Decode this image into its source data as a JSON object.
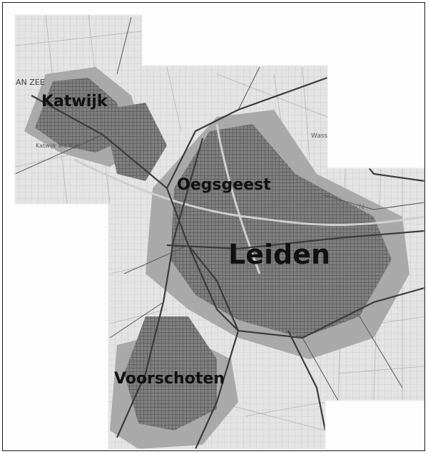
{
  "map": {
    "labels": {
      "katwijk": "Katwijk",
      "oegstgeest": "Oegsgeest",
      "leiden": "Leiden",
      "voorschoten": "Voorschoten"
    },
    "minor_labels": {
      "an_zee": "AN ZEE",
      "katwijk_rijn": "Katwijk a/d Rijn",
      "leiden_caps": "LEIDEN",
      "wass": "Wass"
    }
  },
  "colors": {
    "map_bg": "#e2e2e2",
    "urban": "#7a7a7a",
    "urban_halo": "#a9a9a9",
    "road": "#3b3b3b",
    "grid": "#bdbdbd",
    "frame": "#1a1a1a"
  }
}
